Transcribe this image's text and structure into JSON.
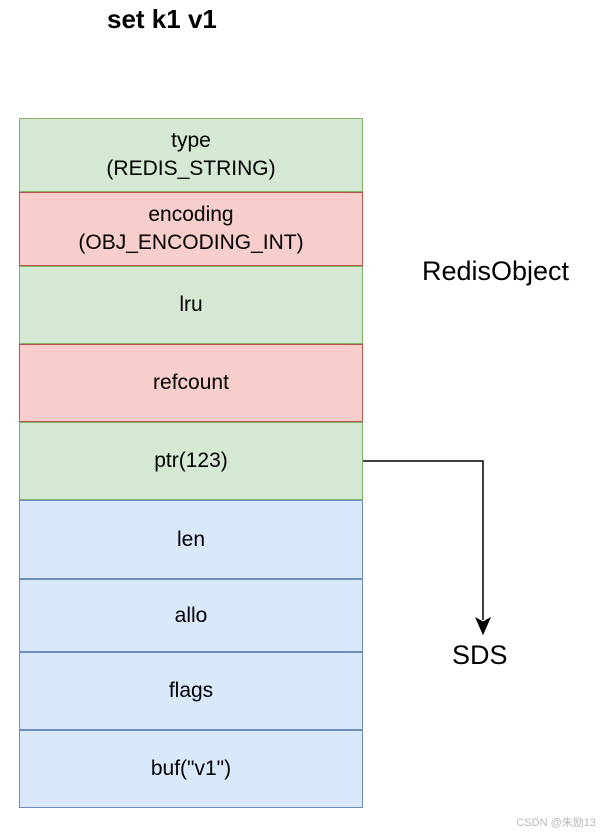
{
  "title": "set k1 v1",
  "redis_object": {
    "label": "RedisObject",
    "fields": [
      {
        "line1": "type",
        "line2": "(REDIS_STRING)",
        "color": "green"
      },
      {
        "line1": "encoding",
        "line2": "(OBJ_ENCODING_INT)",
        "color": "red"
      },
      {
        "line1": "lru",
        "line2": "",
        "color": "green"
      },
      {
        "line1": "refcount",
        "line2": "",
        "color": "red"
      },
      {
        "line1": "ptr(123)",
        "line2": "",
        "color": "green"
      }
    ]
  },
  "sds": {
    "label": "SDS",
    "fields": [
      "len",
      "allo",
      "flags",
      "buf(\"v1\")"
    ]
  },
  "watermark": "CSDN @朱励13",
  "colors": {
    "green_fill": "#d5e8d4",
    "green_stroke": "#82b366",
    "red_fill": "#f8cecc",
    "red_stroke": "#b85450",
    "blue_fill": "#dae8fc",
    "blue_stroke": "#6c8ebf"
  }
}
